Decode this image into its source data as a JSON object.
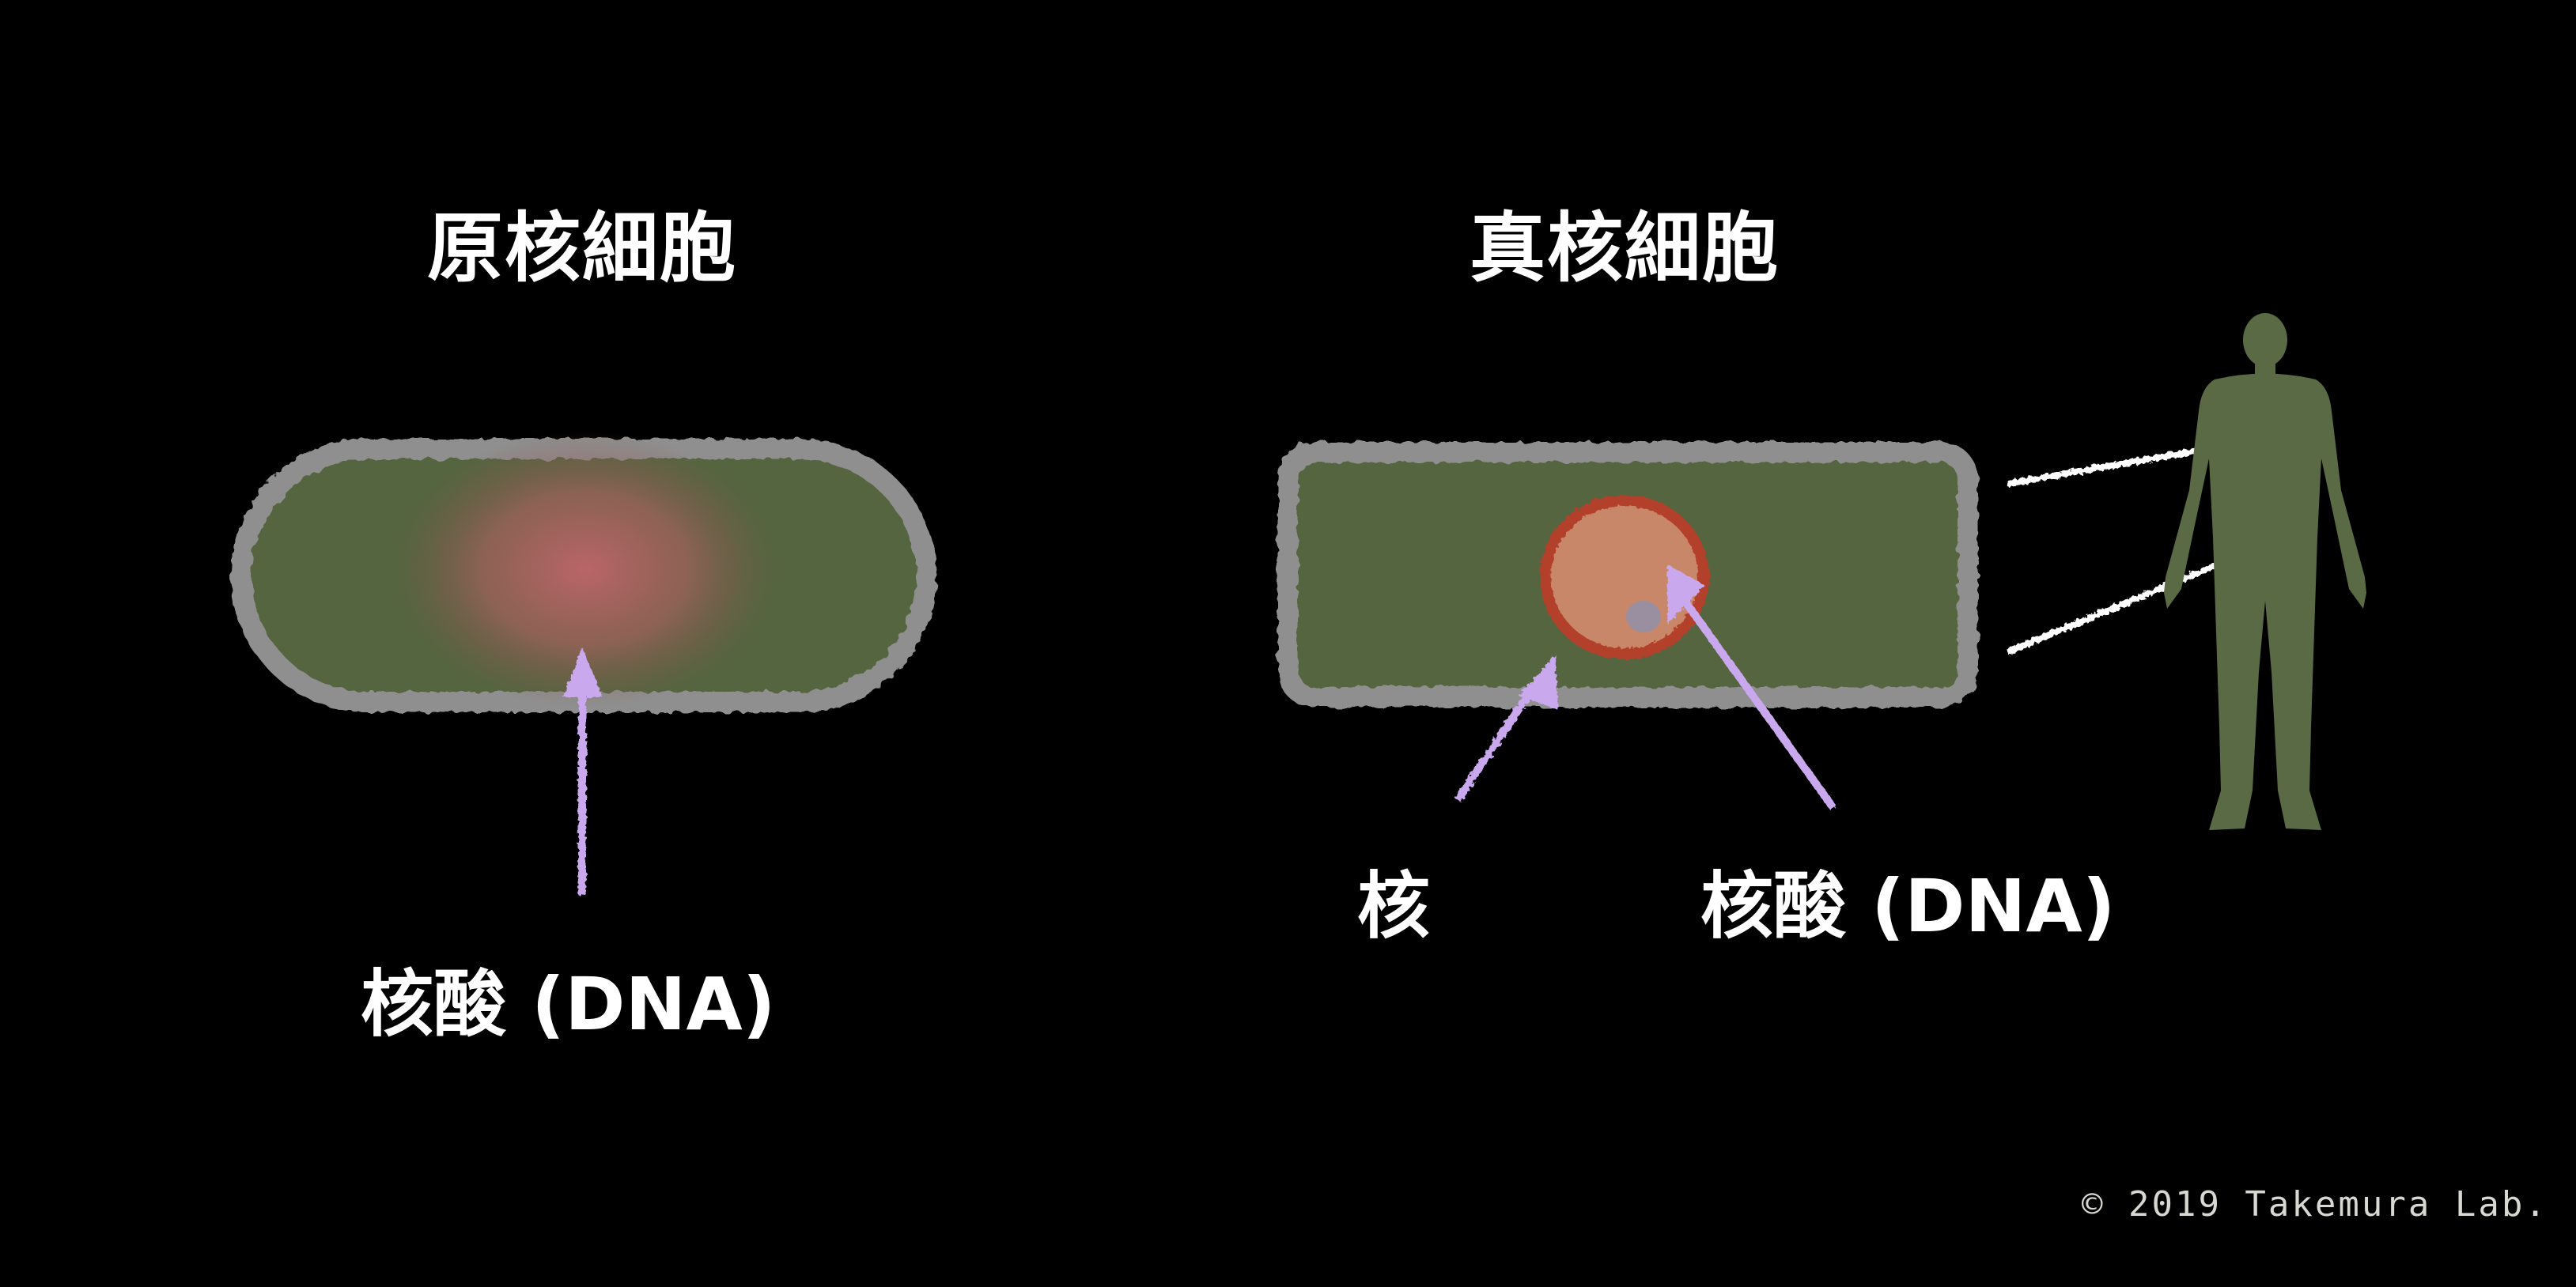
{
  "prokaryote": {
    "title": "原核細胞",
    "label_dna": "核酸 (DNA)"
  },
  "eukaryote": {
    "title": "真核細胞",
    "label_nucleus": "核",
    "label_dna": "核酸 (DNA)"
  },
  "credit": "© 2019 Takemura Lab.",
  "colors": {
    "background": "#000000",
    "cytoplasm": "#55653f",
    "membrane": "#8f8f8f",
    "dna_glow": "#c0656a",
    "nucleus_fill": "#c9876a",
    "nuclear_envelope": "#b3402a",
    "nucleolus": "#9a8fa0",
    "arrow": "#c9a8ee",
    "human_silhouette": "#596a45",
    "pointer_lines": "#ffffff",
    "text": "#ffffff",
    "credit_text": "#d8d8d2"
  }
}
